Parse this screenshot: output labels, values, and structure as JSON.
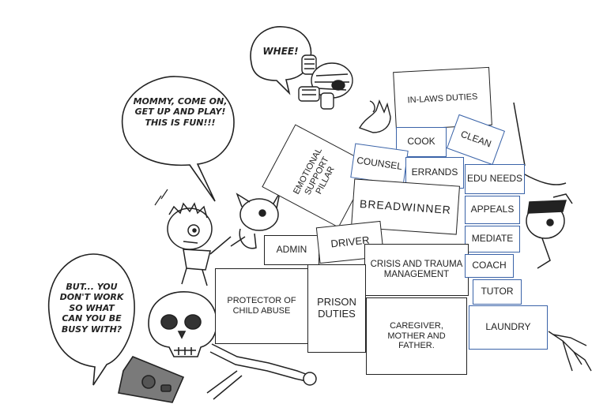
{
  "bubbles": {
    "whee": "WHEE!",
    "mommy": "MOMMY, COME ON,\nGET UP AND PLAY!\nTHIS IS FUN!!!",
    "but": "BUT... YOU\nDON'T WORK\nSO WHAT\nCAN YOU BE\nBUSY WITH?"
  },
  "boxes": {
    "in_laws": "IN-LAWS DUTIES",
    "cook": "COOK",
    "clean": "CLEAN",
    "counsel": "COUNSEL",
    "errands": "ERRANDS",
    "edu_needs": "EDU NEEDS",
    "emotional": "EMOTIONAL\nSUPPORT\nPILLAR",
    "breadwinner": "BREADWINNER",
    "appeals": "APPEALS",
    "admin": "ADMIN",
    "driver": "DRIVER",
    "mediate": "MEDIATE",
    "crisis": "CRISIS AND TRAUMA\nMANAGEMENT",
    "coach": "COACH",
    "protector": "PROTECTOR OF\nCHILD ABUSE",
    "prison": "PRISON\nDUTIES",
    "tutor": "TUTOR",
    "caregiver": "CAREGIVER,\nMOTHER AND\nFATHER.",
    "laundry": "LAUNDRY"
  },
  "colors": {
    "ink": "#222222",
    "blue_outline": "#3a63a8",
    "background": "#ffffff"
  },
  "figures": [
    "mummy-figure",
    "zombie-child-figure",
    "cat-figure",
    "skull",
    "skeleton-arm",
    "pirate-figure",
    "phone",
    "skeleton-hand"
  ]
}
